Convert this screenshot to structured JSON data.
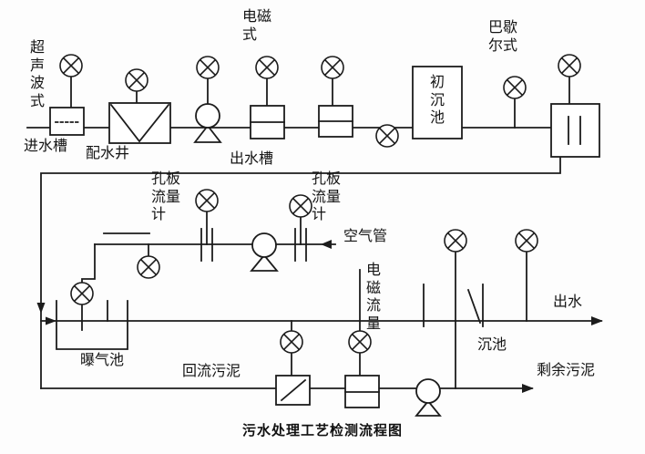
{
  "title": "污水处理工艺检测流程图",
  "colors": {
    "line": "#1c1c1c",
    "background": "#fdfdfd",
    "text": "#141414"
  },
  "icons": {
    "instrument-icon": "circle-with-x-cross",
    "pump-icon": "circle-on-triangle-base",
    "flow-arrow": "filled-triangle",
    "orifice-plate": "double-vertical-bars"
  },
  "labels": {
    "ultrasonic_type": "超声波式",
    "inlet_channel": "进水槽",
    "distribution_well": "配水井",
    "electromagnetic_type": "电磁式",
    "outlet_channel": "出水槽",
    "primary_sedimentation_tank": "初沉池",
    "parshall_type": "巴歇尔式",
    "orifice_flowmeter_left": "孔板流量计",
    "orifice_flowmeter_right": "孔板流量计",
    "air_pipe": "空气管",
    "electromagnetic_flow": "电磁流量",
    "aeration_tank": "曝气池",
    "return_sludge": "回流污泥",
    "sedimentation_tank": "沉池",
    "effluent": "出水",
    "excess_sludge": "剩余污泥"
  }
}
